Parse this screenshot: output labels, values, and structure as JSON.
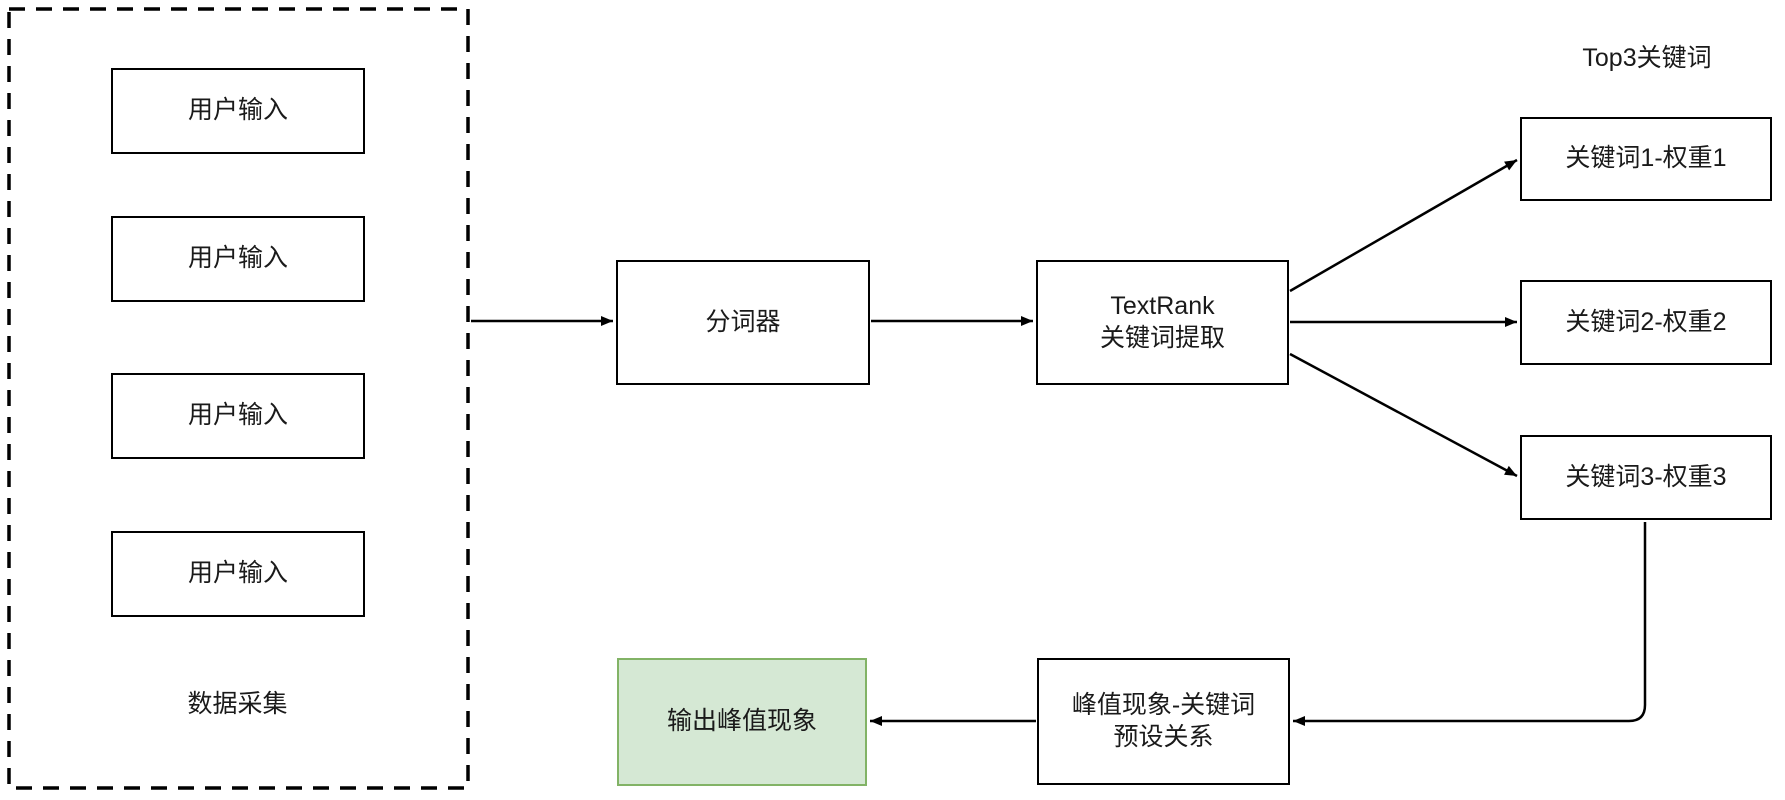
{
  "diagram": {
    "collector": {
      "label": "数据采集",
      "inputs": [
        "用户输入",
        "用户输入",
        "用户输入",
        "用户输入"
      ]
    },
    "tokenizer": {
      "label": "分词器"
    },
    "textrank": {
      "line1": "TextRank",
      "line2": "关键词提取"
    },
    "top3_label": "Top3关键词",
    "keywords": [
      "关键词1-权重1",
      "关键词2-权重2",
      "关键词3-权重3"
    ],
    "mapping": {
      "line1": "峰值现象-关键词",
      "line2": "预设关系"
    },
    "output": {
      "label": "输出峰值现象"
    },
    "colors": {
      "stroke": "#000000",
      "box_fill": "#ffffff",
      "text": "#1a1a1a",
      "output_fill": "#d5e8d4",
      "output_stroke": "#82b366"
    }
  }
}
